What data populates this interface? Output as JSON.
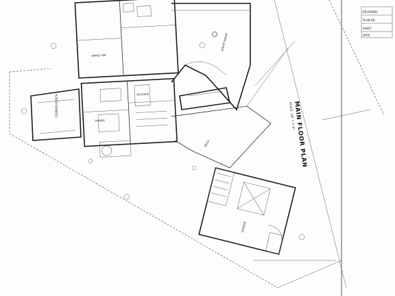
{
  "sheet": {
    "title": "MAIN FLOOR PLAN",
    "scale_note": "SCALE: 1/8\" = 1'-0\"",
    "title_block_lines": [
      "REVISIONS",
      "PLAN NO.",
      "SHEET",
      "DATE"
    ]
  },
  "rooms": {
    "garage": "GARAGE",
    "family_room": "FAMILY RM",
    "dining": "DINING",
    "kitchen": "KITCHEN",
    "great_room": "GREAT ROOM",
    "covered_porch": "COVERED PORCH",
    "deck": "DECK"
  }
}
